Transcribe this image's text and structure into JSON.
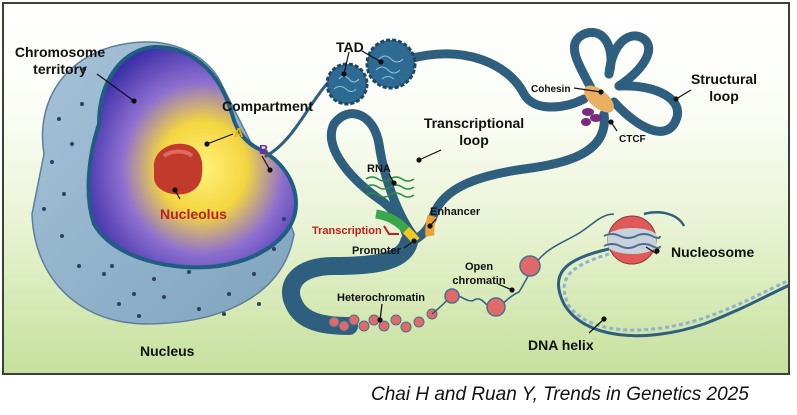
{
  "figure": {
    "labels": {
      "chromosome_territory": [
        "Chromosome",
        "territory"
      ],
      "compartment": "Compartment",
      "compartment_a": "A",
      "compartment_b": "B",
      "nucleolus": "Nucleolus",
      "nucleus": "Nucleus",
      "tad": "TAD",
      "transcriptional_loop": [
        "Transcriptional",
        "loop"
      ],
      "cohesin": "Cohesin",
      "ctcf": "CTCF",
      "structural_loop": [
        "Structural",
        "loop"
      ],
      "rna": "RNA",
      "enhancer": "Enhancer",
      "transcription": "Transcription",
      "promoter": "Promoter",
      "heterochromatin": "Heterochromatin",
      "open_chromatin": [
        "Open",
        "chromatin"
      ],
      "nucleosome": "Nucleosome",
      "dna_helix": "DNA helix"
    },
    "colors": {
      "chromatin_fiber": "#2e5f7e",
      "compartment_a": "#e8b400",
      "compartment_b": "#7a2a9a",
      "nucleolus_text": "#c0201a",
      "transcription_text": "#c0201a",
      "nucleus_shell": "#8fb3cc",
      "interior": "#4b3cb0",
      "nucleolus": "#c23a2c",
      "cohesin": "#e8b060",
      "ctcf": "#7a2a80",
      "enhancer": "#f0a030",
      "promoter": "#f0c820",
      "rna": "#2f8a4a",
      "transcribed_gene": "#3aa84a",
      "nucleosome": "#e05a5a"
    }
  },
  "citation": "Chai H and Ruan Y, Trends in Genetics 2025"
}
